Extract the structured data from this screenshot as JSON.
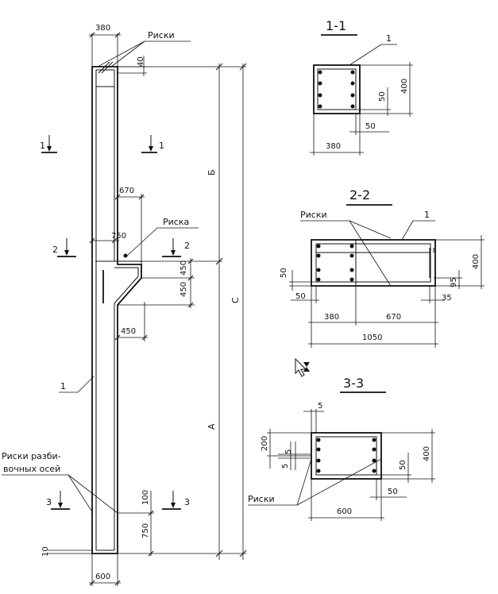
{
  "sections": {
    "s11": "1-1",
    "s22": "2-2",
    "s33": "3-3"
  },
  "cut_marks": {
    "one": "1",
    "two": "2",
    "three": "3"
  },
  "labels": {
    "riski": "Риски",
    "riska": "Риска",
    "riski_axes_1": "Риски разби-",
    "riski_axes_2": "вочных осей",
    "pos1": "1"
  },
  "levels": {
    "a": "А",
    "b": "Б",
    "c": "С"
  },
  "dims": {
    "d380": "380",
    "d40": "40",
    "d670": "670",
    "d750": "750",
    "d450": "450",
    "d100": "100",
    "d10": "10",
    "d600": "600",
    "d400": "400",
    "d50": "50",
    "d95": "95",
    "d35": "35",
    "d1050": "1050",
    "d5": "5",
    "d200": "200"
  },
  "colors": {
    "ink": "#111111",
    "paper": "#ffffff"
  }
}
